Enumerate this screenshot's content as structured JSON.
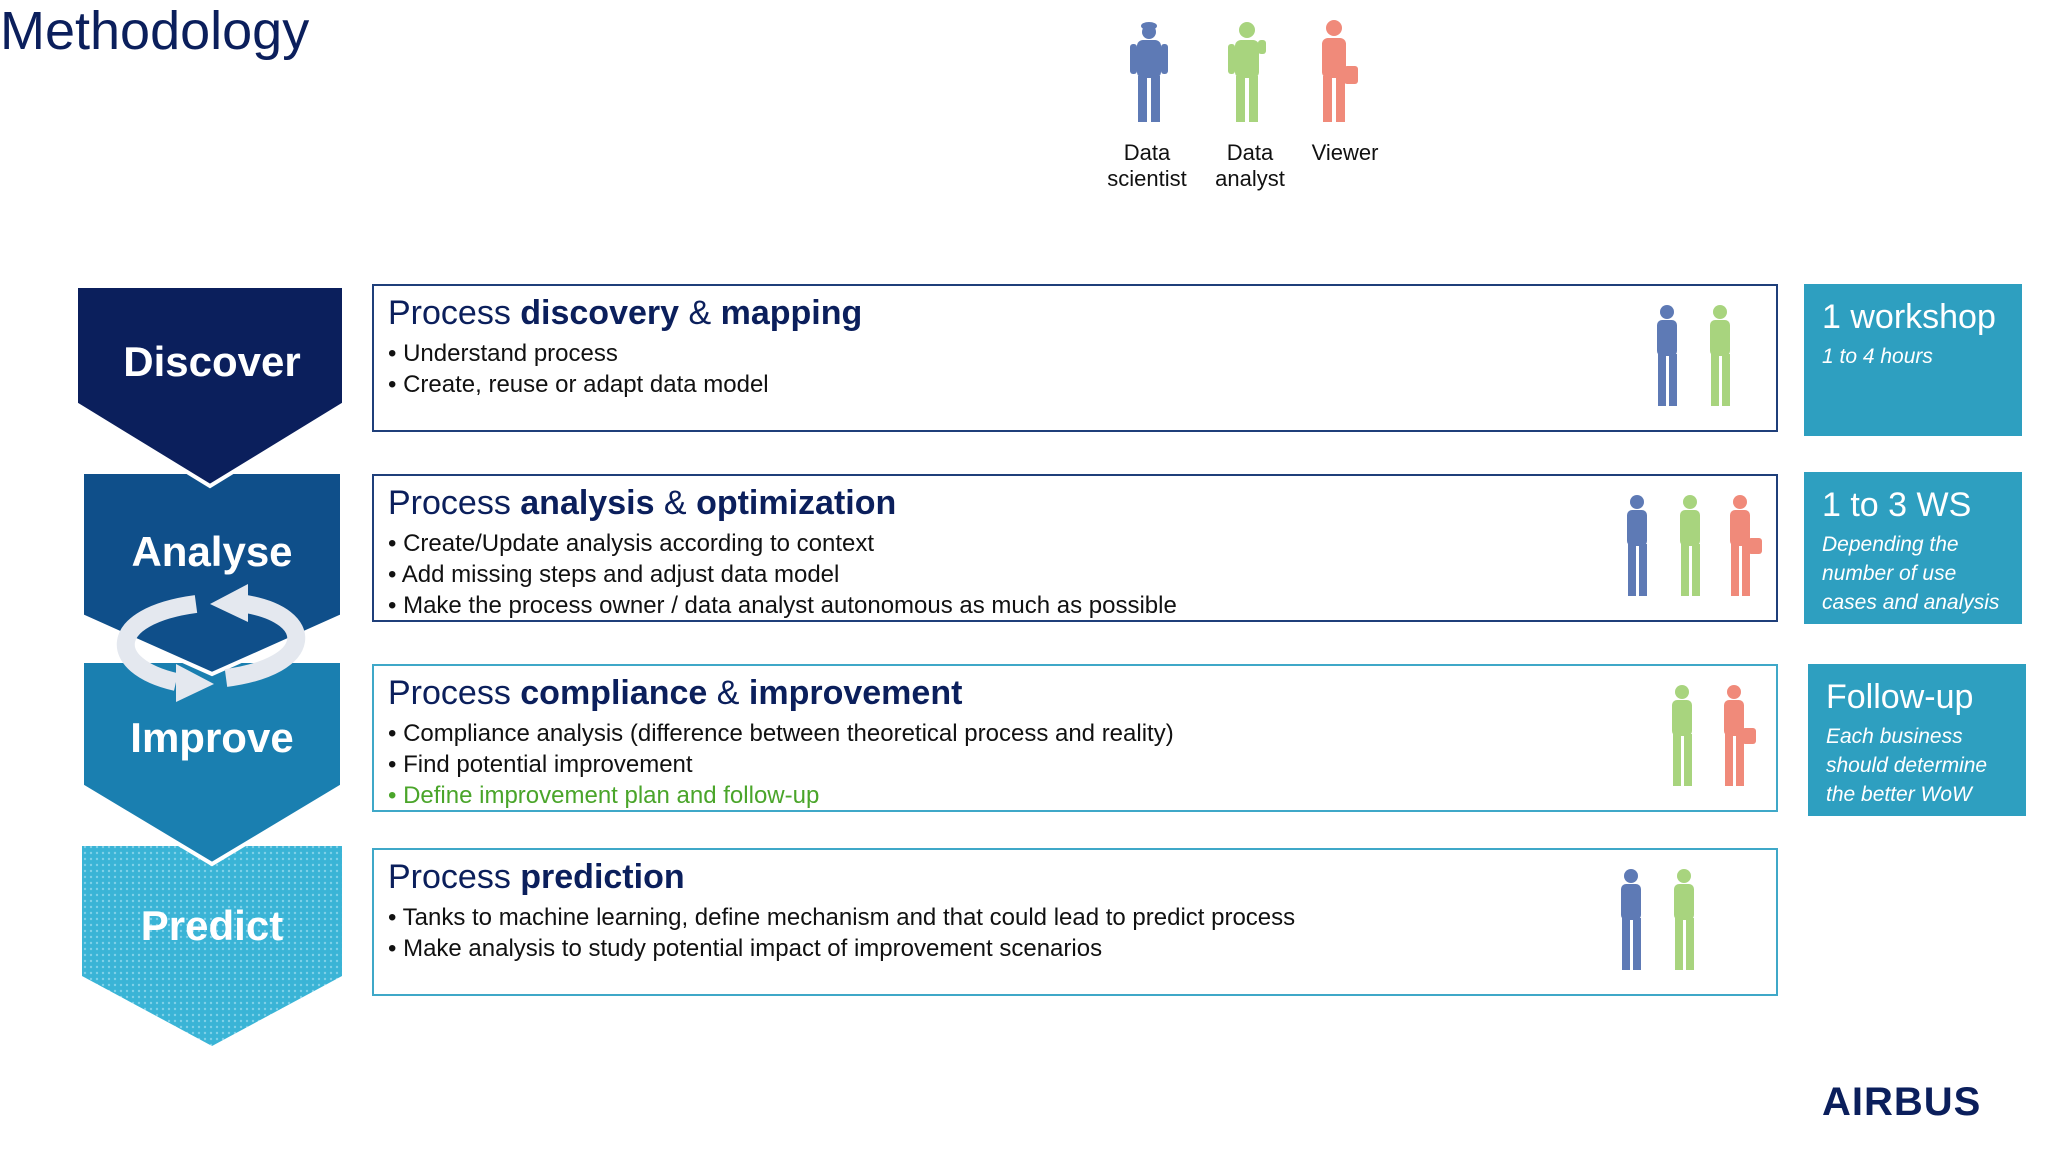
{
  "title": "Methodology",
  "legend": [
    {
      "label": "Data scientist",
      "color": "#5e7ab5"
    },
    {
      "label": "Data analyst",
      "color": "#a8d47e"
    },
    {
      "label": "Viewer",
      "color": "#f08a7a"
    }
  ],
  "phases": [
    {
      "label": "Discover",
      "color": "#0b1f5c"
    },
    {
      "label": "Analyse",
      "color": "#0f4f8a"
    },
    {
      "label": "Improve",
      "color": "#1a7fb0"
    },
    {
      "label": "Predict",
      "color": "#3ab4d6"
    }
  ],
  "boxes": [
    {
      "heading_prefix": "Process ",
      "heading_bold1": "discovery",
      "heading_mid": " & ",
      "heading_bold2": "mapping",
      "bullets": [
        "Understand process",
        "Create, reuse or adapt data model"
      ]
    },
    {
      "heading_prefix": "Process ",
      "heading_bold1": "analysis",
      "heading_mid": " & ",
      "heading_bold2": "optimization",
      "bullets": [
        "Create/Update analysis according to context",
        "Add missing steps and adjust data model",
        "Make the process owner / data analyst autonomous as much as possible"
      ]
    },
    {
      "heading_prefix": "Process ",
      "heading_bold1": "compliance",
      "heading_mid": " & ",
      "heading_bold2": "improvement",
      "bullets": [
        "Compliance analysis (difference between theoretical process and reality)",
        "Find potential improvement",
        "Define improvement plan and follow-up"
      ]
    },
    {
      "heading_prefix": "Process ",
      "heading_bold1": "prediction",
      "heading_mid": "",
      "heading_bold2": "",
      "bullets": [
        "Tanks to machine learning, define mechanism and that could lead to predict process",
        "Make analysis to study potential impact of improvement scenarios"
      ]
    }
  ],
  "side_panels": [
    {
      "big": "1 workshop",
      "small": "1 to 4 hours"
    },
    {
      "big": "1 to 3 WS",
      "small": "Depending the number of use cases and analysis"
    },
    {
      "big": "Follow-up",
      "small": "Each business should determine the better WoW"
    }
  ],
  "logo": "AIRBUS"
}
